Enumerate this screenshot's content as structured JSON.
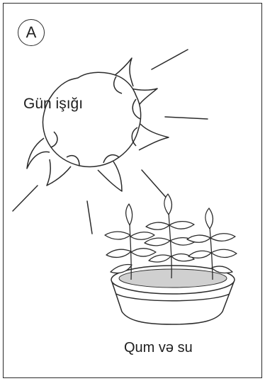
{
  "panel": {
    "label": "A"
  },
  "sun": {
    "caption": "Gün işığı",
    "icon": "sun-icon"
  },
  "pot": {
    "caption": "Qum və su",
    "icon": "potted-seedlings-icon"
  },
  "colors": {
    "line": "#2b2b2b",
    "soil": "#d0d0d0",
    "background": "#ffffff"
  }
}
